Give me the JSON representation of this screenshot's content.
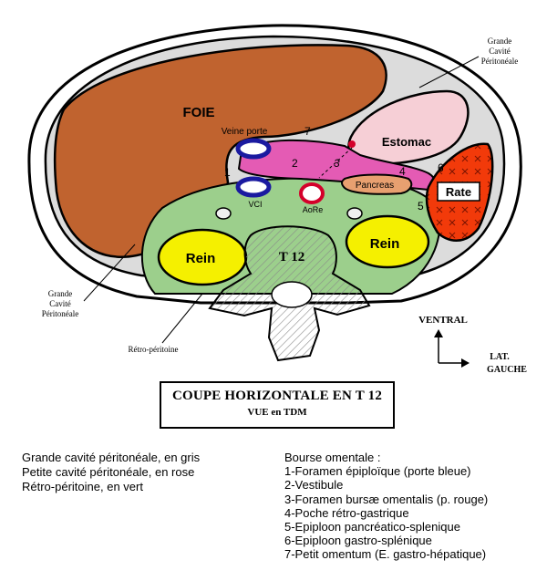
{
  "diagram": {
    "organs": {
      "liver": "FOIE",
      "portal_vein": "Veine porte",
      "stomach": "Estomac",
      "pancreas": "Pancreas",
      "spleen": "Rate",
      "ivc": "VCI",
      "aorta": "AoRe",
      "kidney_right": "Rein",
      "kidney_left": "Rein",
      "vertebra": "T 12"
    },
    "numbers": [
      "1",
      "2",
      "3",
      "4",
      "5",
      "6",
      "7"
    ],
    "annotations": {
      "top_right": [
        "Grande",
        "Cavité",
        "Péritonéale"
      ],
      "bottom_left": [
        "Grande",
        "Cavité",
        "Péritonéale"
      ],
      "retro": "Rétro-péritoine"
    },
    "orientation": {
      "ventral": "VENTRAL",
      "lat": "LAT.",
      "gauche": "GAUCHE"
    },
    "colors": {
      "liver": "#c0632f",
      "peritoneal_gray": "#dcdcdc",
      "lesser_sac_pink": "#e45bb4",
      "retroperitoneum_green": "#9ccf8c",
      "kidney_yellow": "#f5f000",
      "spleen_red": "#f23a0a",
      "stomach_pink": "#f6cfd6",
      "pancreas_orange": "#e8a070",
      "vessel_blue": "#1a1aa0",
      "aorta_red": "#d4002a"
    }
  },
  "title": {
    "main": "COUPE HORIZONTALE EN T 12",
    "sub": "VUE en TDM"
  },
  "legend_left": [
    "Grande cavité péritonéale, en gris",
    "Petite cavité péritonéale, en rose",
    "Rétro-péritoine, en vert"
  ],
  "legend_right": {
    "heading": "Bourse omentale :",
    "items": [
      "1-Foramen épiploïque (porte bleue)",
      "2-Vestibule",
      "3-Foramen bursæ omentalis (p. rouge)",
      "4-Poche rétro-gastrique",
      "5-Epiploon pancréatico-splenique",
      "6-Epiploon gastro-splénique",
      "7-Petit omentum (E. gastro-hépatique)"
    ]
  }
}
